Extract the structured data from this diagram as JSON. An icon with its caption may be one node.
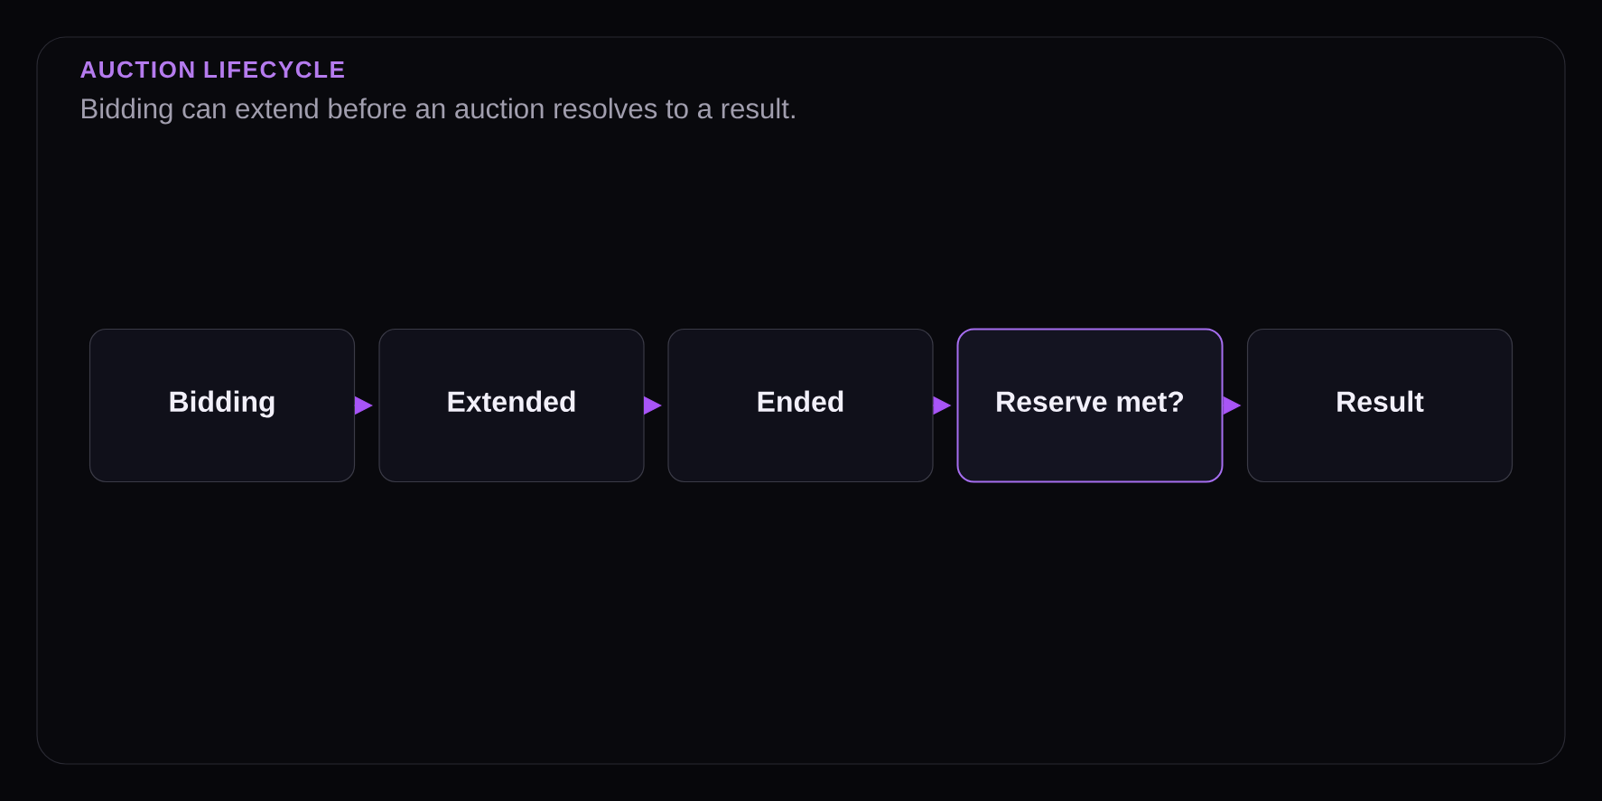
{
  "diagram": {
    "nodes": [
      {
        "text": [
          "AUCTION LIFECYCLE",
          "Bidding can extend before an auction resolves to a result."
        ]
      },
      {
        "text": [
          "Bidding"
        ],
        "in": 0
      },
      {
        "text": [
          "Extended"
        ],
        "in": 0
      },
      {
        "text": [
          "Ended"
        ],
        "in": 0
      },
      {
        "text": [
          "Reserve met?"
        ],
        "in": 0
      },
      {
        "text": [
          "Result"
        ],
        "in": 0
      }
    ],
    "edges": [
      {
        "from": 1,
        "to": 2,
        "arrow": "to"
      },
      {
        "from": 2,
        "to": 3,
        "arrow": "to"
      },
      {
        "from": 3,
        "to": 4,
        "arrow": "to"
      },
      {
        "from": 4,
        "to": 5,
        "arrow": "to"
      }
    ]
  }
}
